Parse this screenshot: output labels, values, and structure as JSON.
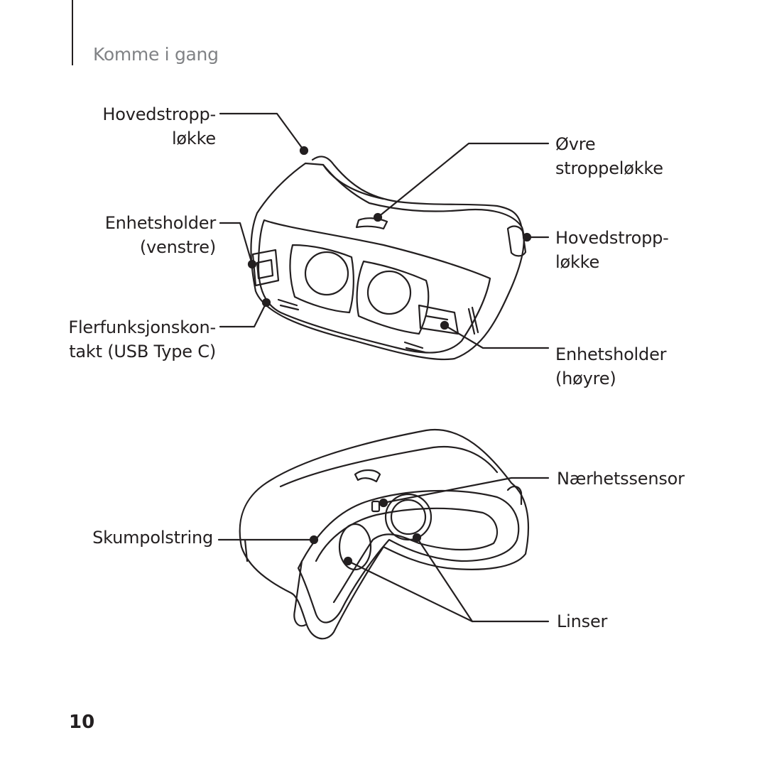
{
  "header": {
    "section_title": "Komme i gang"
  },
  "figure_top": {
    "labels": {
      "head_strap_loop_left": [
        "Hovedstropp-",
        "løkke"
      ],
      "device_holder_left": [
        "Enhetsholder",
        "(venstre)"
      ],
      "usb_connector": [
        "Flerfunksjonskon-",
        "takt (USB Type C)"
      ],
      "upper_strap_loop": [
        "Øvre",
        "stroppeløkke"
      ],
      "head_strap_loop_right": [
        "Hovedstropp-",
        "løkke"
      ],
      "device_holder_right": [
        "Enhetsholder",
        "(høyre)"
      ]
    }
  },
  "figure_bottom": {
    "labels": {
      "proximity_sensor": "Nærhetssensor",
      "foam_cushion": "Skumpolstring",
      "lenses": "Linser"
    }
  },
  "footer": {
    "page_number": "10"
  }
}
